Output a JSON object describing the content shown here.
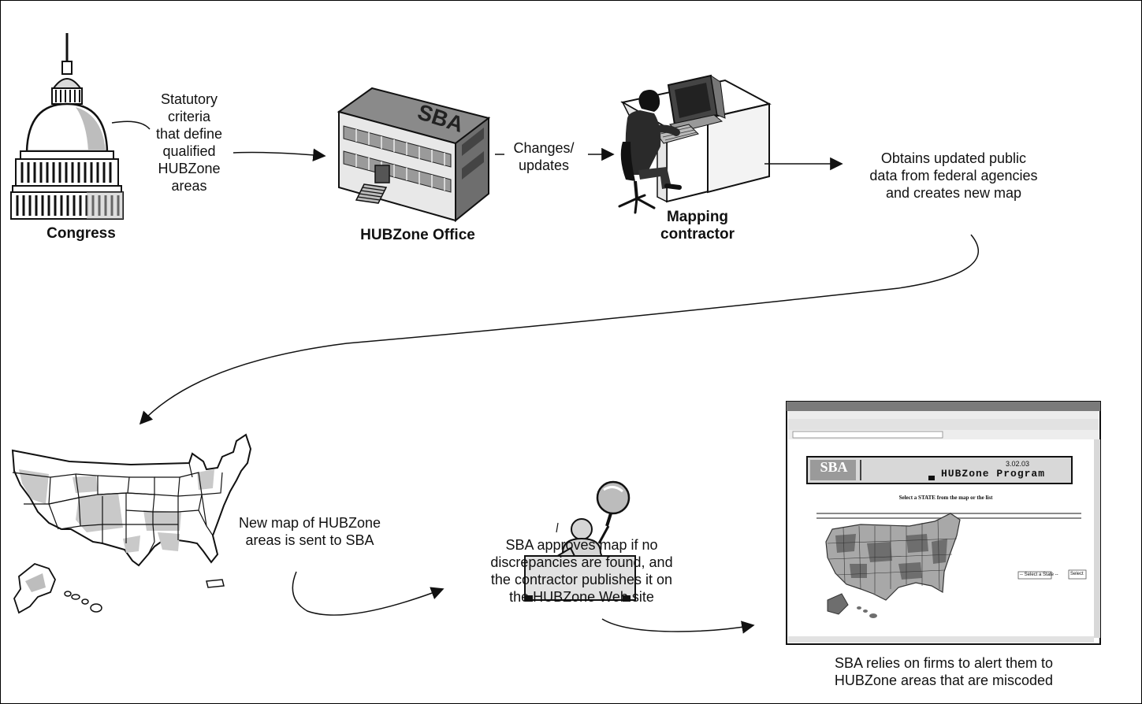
{
  "nodes": {
    "congress": {
      "label": "Congress",
      "icon": "capitol-icon"
    },
    "hubzone_office": {
      "label": "HUBZone Office",
      "building_text": "SBA",
      "icon": "office-building-icon"
    },
    "mapping_contractor": {
      "label_line1": "Mapping",
      "label_line2": "contractor",
      "icon": "person-at-computer-icon"
    },
    "us_map": {
      "icon": "us-map-icon"
    },
    "sba_reviewer": {
      "icon": "reviewer-magnifier-icon"
    },
    "website": {
      "icon": "browser-window-icon",
      "banner_brand": "SBA",
      "banner_title": "HUBZone Program",
      "banner_date": "3.02.03",
      "heading": "Select a STATE from the map or the list",
      "select_value": "-- Select a State --",
      "select_button": "Select"
    }
  },
  "edges": {
    "statutory": [
      "Statutory",
      "criteria",
      "that define",
      "qualified",
      "HUBZone",
      "areas"
    ],
    "changes": [
      "Changes/",
      "updates"
    ],
    "obtains": [
      "Obtains updated public",
      "data from federal agencies",
      "and creates new map"
    ],
    "new_map": [
      "New map of HUBZone",
      "areas is sent to SBA"
    ],
    "approves": [
      "SBA approves map if no",
      "discrepancies are found, and",
      "the contractor publishes it on",
      "the HUBZone Web site"
    ],
    "relies": [
      "SBA relies on firms to alert them to",
      "HUBZone areas that are miscoded"
    ]
  },
  "colors": {
    "ink": "#111111",
    "dark_gray": "#5a5a5a",
    "mid_gray": "#9a9a9a",
    "light_gray": "#cfcfcf",
    "paper": "#ffffff"
  }
}
